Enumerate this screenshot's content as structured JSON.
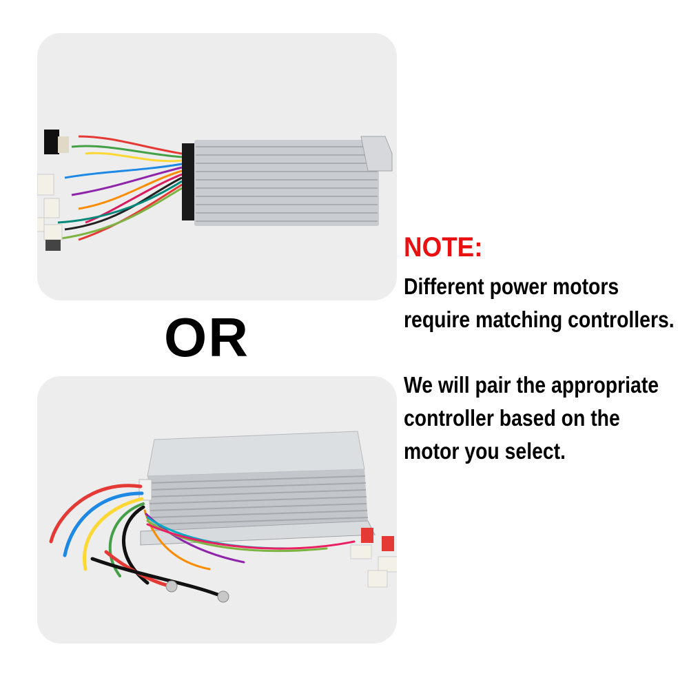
{
  "separator": {
    "or_text": "OR"
  },
  "note": {
    "title": "NOTE:",
    "paragraph_1": "Different power motors require matching controllers.",
    "paragraph_2": "We will pair the appropriate controller based on the motor you select."
  },
  "colors": {
    "note_title": "#e81010",
    "card_background": "#ededed",
    "text": "#000000"
  }
}
